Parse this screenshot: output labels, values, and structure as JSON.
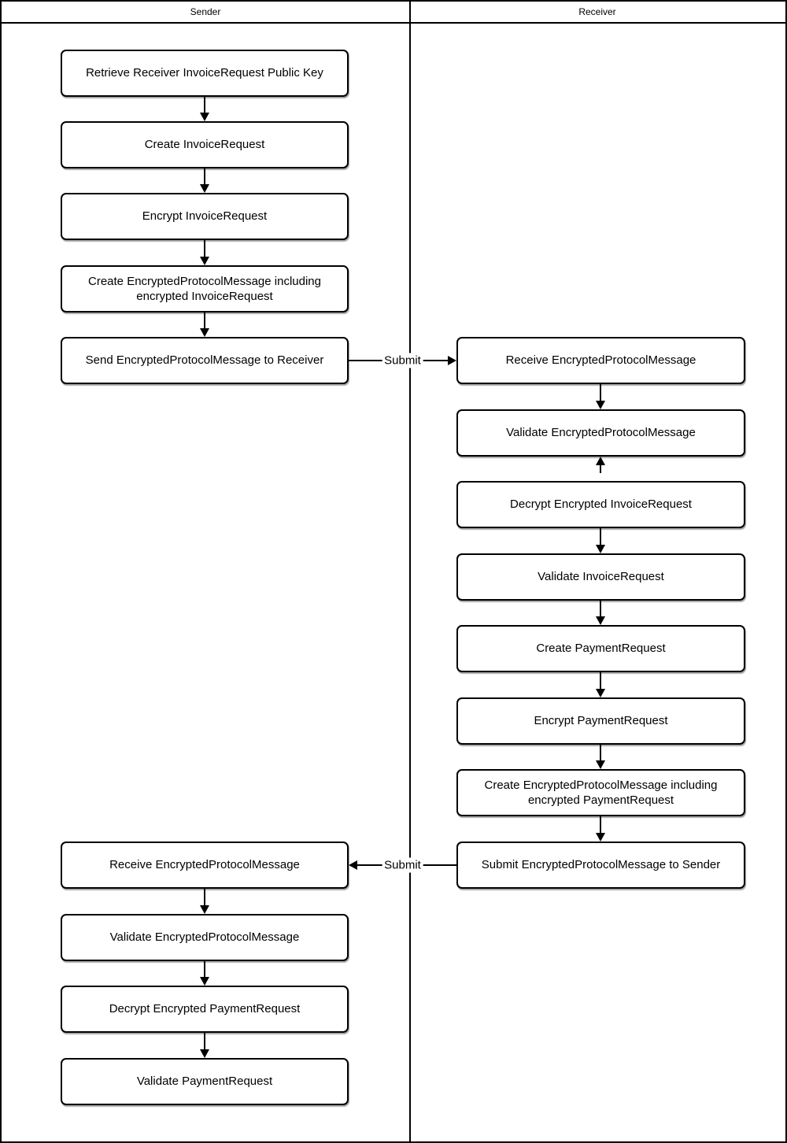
{
  "diagram": {
    "lanes": {
      "sender": "Sender",
      "receiver": "Receiver"
    },
    "nodes": {
      "retrieve_key": "Retrieve Receiver InvoiceRequest Public Key",
      "create_invoice_request": "Create InvoiceRequest",
      "encrypt_invoice_request": "Encrypt InvoiceRequest",
      "create_epm_invoice": "Create EncryptedProtocolMessage including encrypted InvoiceRequest",
      "send_epm": "Send EncryptedProtocolMessage to Receiver",
      "receive_epm_receiver": "Receive EncryptedProtocolMessage",
      "validate_epm_receiver": "Validate EncryptedProtocolMessage",
      "decrypt_invoice_request": "Decrypt Encrypted InvoiceRequest",
      "validate_invoice_request": "Validate InvoiceRequest",
      "create_payment_request": "Create PaymentRequest",
      "encrypt_payment_request": "Encrypt PaymentRequest",
      "create_epm_payment": "Create EncryptedProtocolMessage including encrypted PaymentRequest",
      "submit_epm": "Submit EncryptedProtocolMessage to Sender",
      "receive_epm_sender": "Receive EncryptedProtocolMessage",
      "validate_epm_sender": "Validate EncryptedProtocolMessage",
      "decrypt_payment_request": "Decrypt Encrypted PaymentRequest",
      "validate_payment_request": "Validate PaymentRequest"
    },
    "edge_labels": {
      "submit_to_receiver": "Submit",
      "submit_to_sender": "Submit"
    },
    "colors": {
      "line": "#000000",
      "background": "#ffffff",
      "text": "#000000"
    }
  }
}
